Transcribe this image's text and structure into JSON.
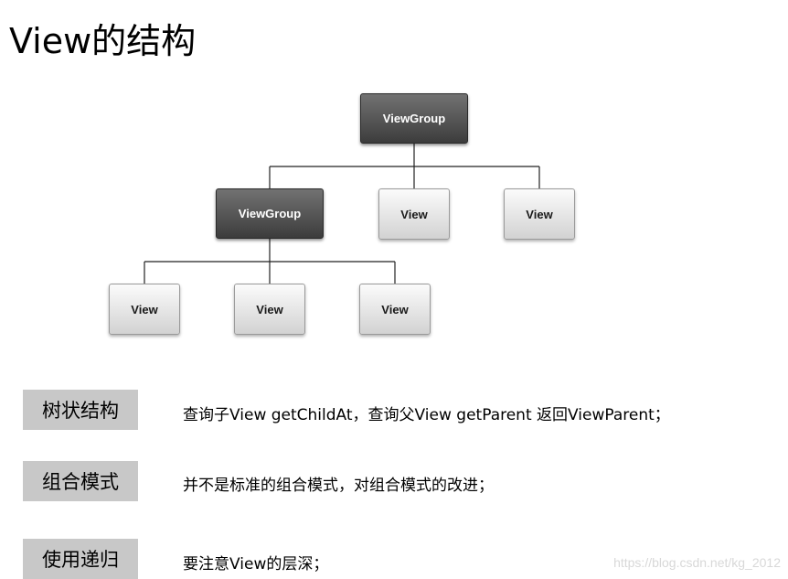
{
  "title": "View的结构",
  "tree": {
    "root": "ViewGroup",
    "level1": [
      "ViewGroup",
      "View",
      "View"
    ],
    "level2": [
      "View",
      "View",
      "View"
    ]
  },
  "rows": [
    {
      "label": "树状结构",
      "text": "查询子View getChildAt，查询父View  getParent 返回ViewParent；"
    },
    {
      "label": "组合模式",
      "text": "并不是标准的组合模式，对组合模式的改进；"
    },
    {
      "label": "使用递归",
      "text": "要注意View的层深；"
    }
  ],
  "watermark": "https://blog.csdn.net/kg_2012"
}
